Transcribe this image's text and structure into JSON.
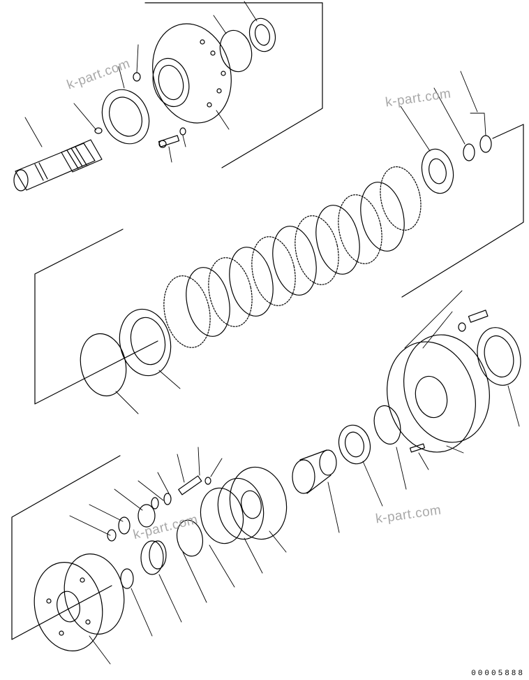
{
  "watermarks": [
    "k-part.com",
    "k-part.com",
    "k-part.com",
    "k-part.com"
  ],
  "drawing_number": "00005888"
}
